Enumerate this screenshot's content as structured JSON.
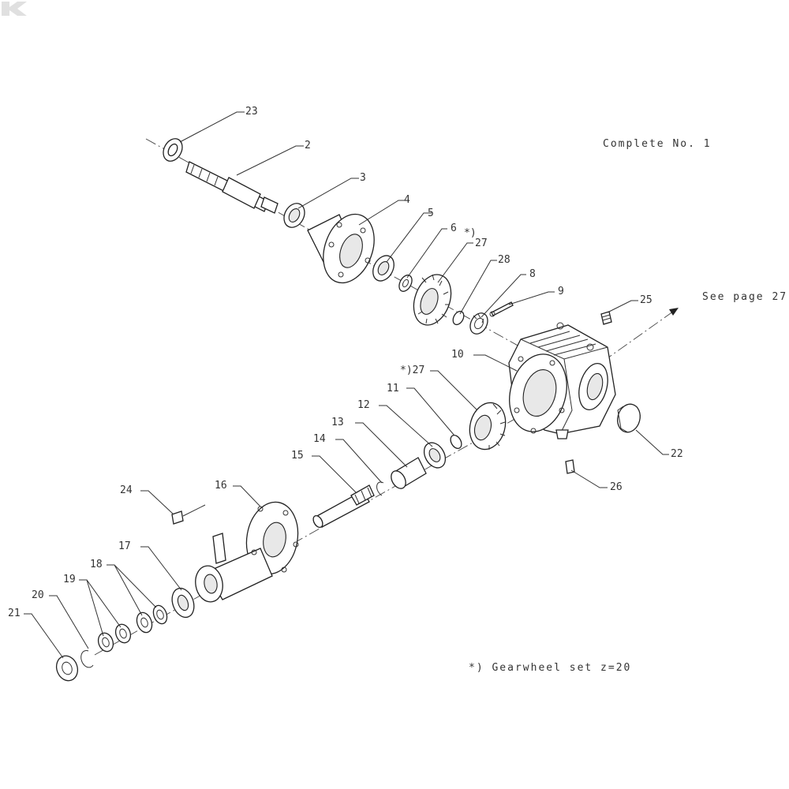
{
  "notes": {
    "complete": "Complete No. 1",
    "see_page": "See page 27",
    "gearwheel": "*) Gearwheel set z=20"
  },
  "labels": {
    "l23": "23",
    "l2": "2",
    "l3": "3",
    "l4": "4",
    "l5": "5",
    "l6": "6",
    "l27a_star": "*)",
    "l27a": "27",
    "l28": "28",
    "l8": "8",
    "l9": "9",
    "l25": "25",
    "l10": "10",
    "l27b": "*)27",
    "l11": "11",
    "l12": "12",
    "l13": "13",
    "l14": "14",
    "l15": "15",
    "l24": "24",
    "l16": "16",
    "l17": "17",
    "l18": "18",
    "l19": "19",
    "l20": "20",
    "l21": "21",
    "l22": "22",
    "l26": "26"
  },
  "colors": {
    "line": "#222222",
    "logo": "#e0e0e0"
  },
  "icons": {
    "logo": "brand-logo-icon"
  }
}
